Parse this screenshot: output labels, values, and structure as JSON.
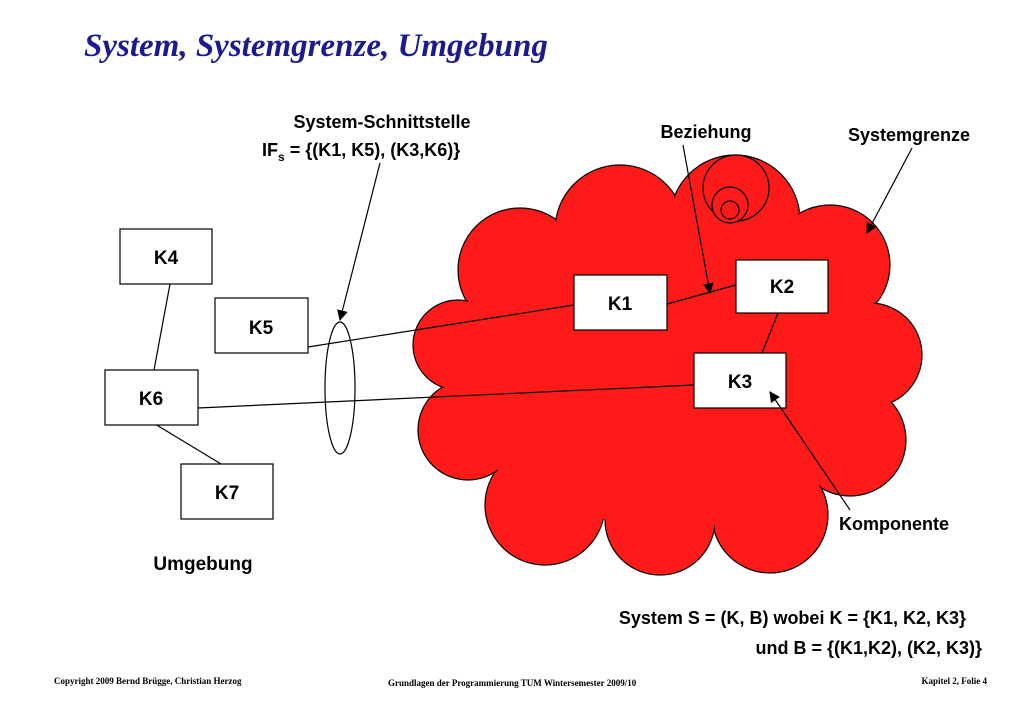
{
  "slide": {
    "title": "System, Systemgrenze, Umgebung"
  },
  "labels": {
    "interface_title": "System-Schnittstelle",
    "interface_prefix": "IF",
    "interface_subscript": "s",
    "interface_value": " = {(K1, K5), (K3,K6)}",
    "relation": "Beziehung",
    "system_boundary": "Systemgrenze",
    "component": "Komponente",
    "environment": "Umgebung"
  },
  "components": {
    "k1": "K1",
    "k2": "K2",
    "k3": "K3",
    "k4": "K4",
    "k5": "K5",
    "k6": "K6",
    "k7": "K7"
  },
  "definition": {
    "line1": "System S = (K, B) wobei K = {K1, K2, K3}",
    "line2": "und B = {(K1,K2), (K2, K3)}"
  },
  "footer": {
    "copyright": "Copyright  2009  Bernd Brügge, Christian Herzog",
    "course": "Grundlagen der Programmierung  TUM Wintersemester 2009/10",
    "page": "Kapitel 2, Folie 4"
  },
  "colors": {
    "cloud_fill": "#ff1a1a",
    "title": "#1b1b8f",
    "lines": "#000000",
    "box_fill": "#ffffff"
  }
}
